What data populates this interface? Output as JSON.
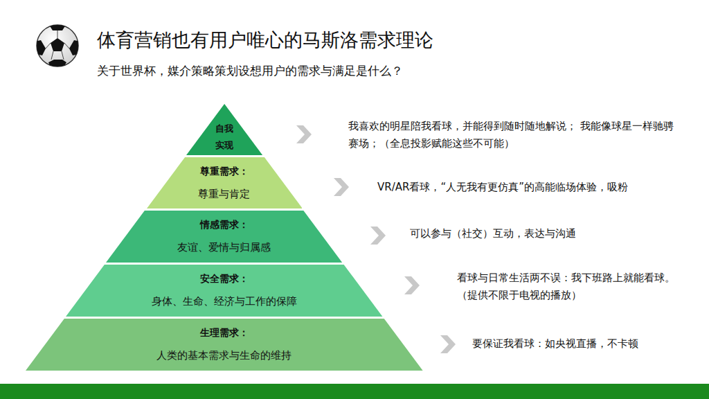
{
  "diagram": {
    "title": "体育营销也有用户唯心的马斯洛需求理论",
    "caption": "关于世界杯，媒介策略策划设想用户的需求与满足是什么？",
    "nodes": [
      {
        "text": [
          "自我实现"
        ]
      },
      {
        "text": [
          "尊重需求：",
          "尊重与肯定"
        ]
      },
      {
        "text": [
          "情感需求：",
          "友谊、爱情与归属感"
        ]
      },
      {
        "text": [
          "安全需求：",
          "身体、生命、经济与工作的保障"
        ]
      },
      {
        "text": [
          "生理需求：",
          "人类的基本需求与生命的维持"
        ]
      }
    ],
    "labels": [
      "我喜欢的明星陪我看球，并能得到随时随地解说； 我能像球星一样驰骋赛场；（全息投影赋能这些不可能）",
      "VR/AR看球，“人无我有更仿真”的高能临场体验，吸粉",
      "可以参与（社交）互动，表达与沟通",
      "看球与日常生活两不误：我下班路上就能看球。（提供不限于电视的播放）",
      "要保证我看球：如央视直播，不卡顿"
    ]
  }
}
